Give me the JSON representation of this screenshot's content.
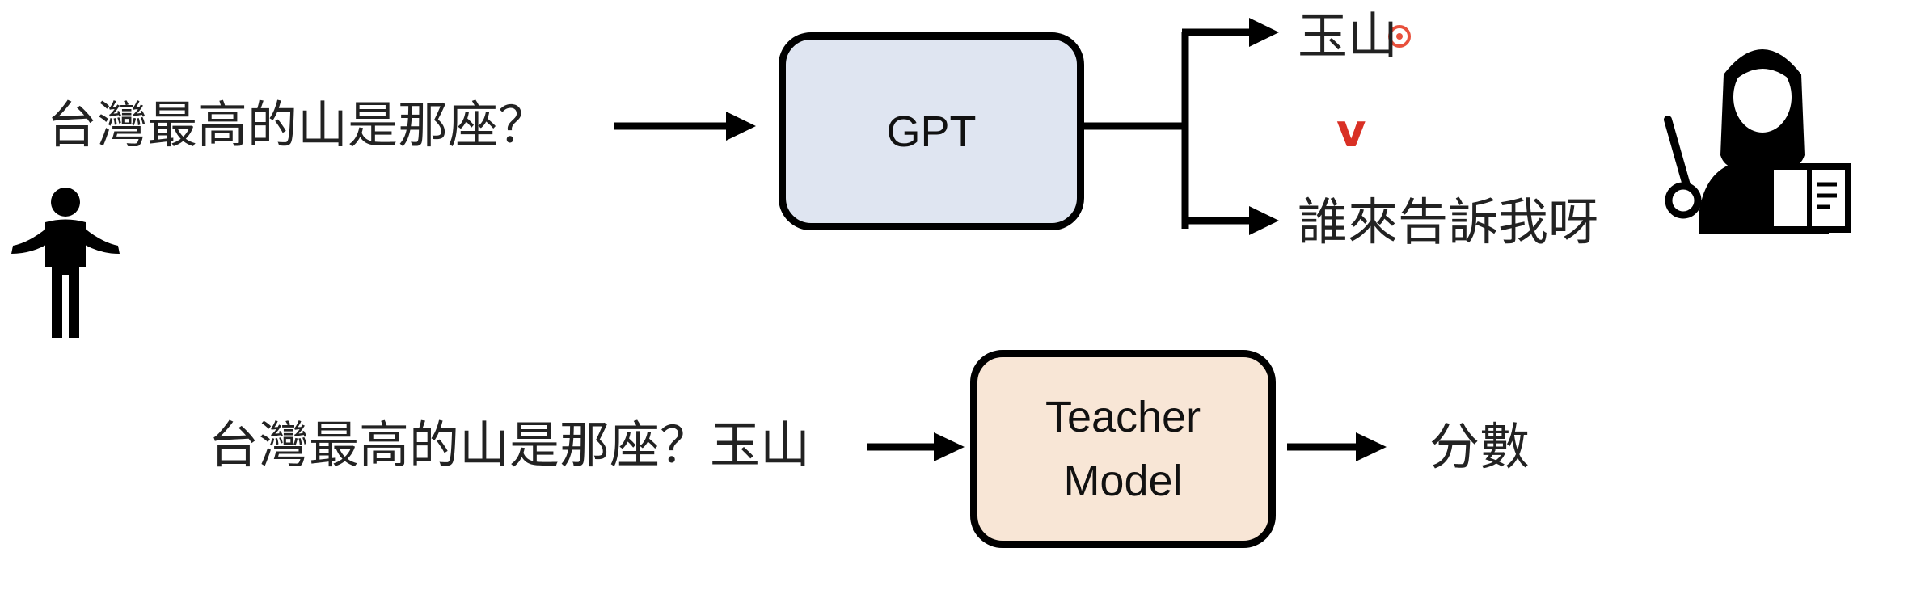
{
  "colors": {
    "gpt_box_fill": "#dfe5f1",
    "teacher_box_fill": "#f8e6d6",
    "mark_color": "#d93025"
  },
  "top_row": {
    "question": "台灣最高的山是那座？",
    "model": "GPT",
    "outputs": [
      "玉山",
      "誰來告訴我呀"
    ],
    "check_mark": "v"
  },
  "bottom_row": {
    "input": "台灣最高的山是那座？玉山",
    "model_line1": "Teacher",
    "model_line2": "Model",
    "output": "分數"
  },
  "icons": {
    "left": "person-shrugging-icon",
    "right": "teacher-with-pointer-and-book-icon"
  }
}
